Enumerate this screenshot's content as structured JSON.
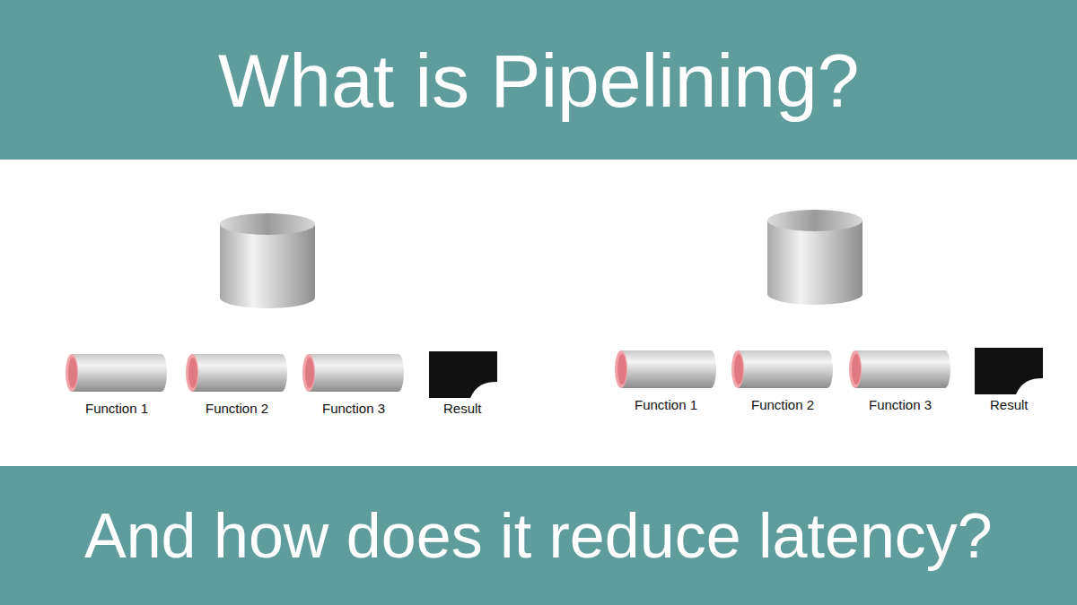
{
  "diagram": {
    "title": "What is Pipelining?",
    "caption": "And how does it reduce latency?",
    "labels": [
      "Function 1",
      "Function 2",
      "Function 3",
      "Result",
      "Function 1",
      "Function 2",
      "Function 3",
      "Result"
    ]
  }
}
